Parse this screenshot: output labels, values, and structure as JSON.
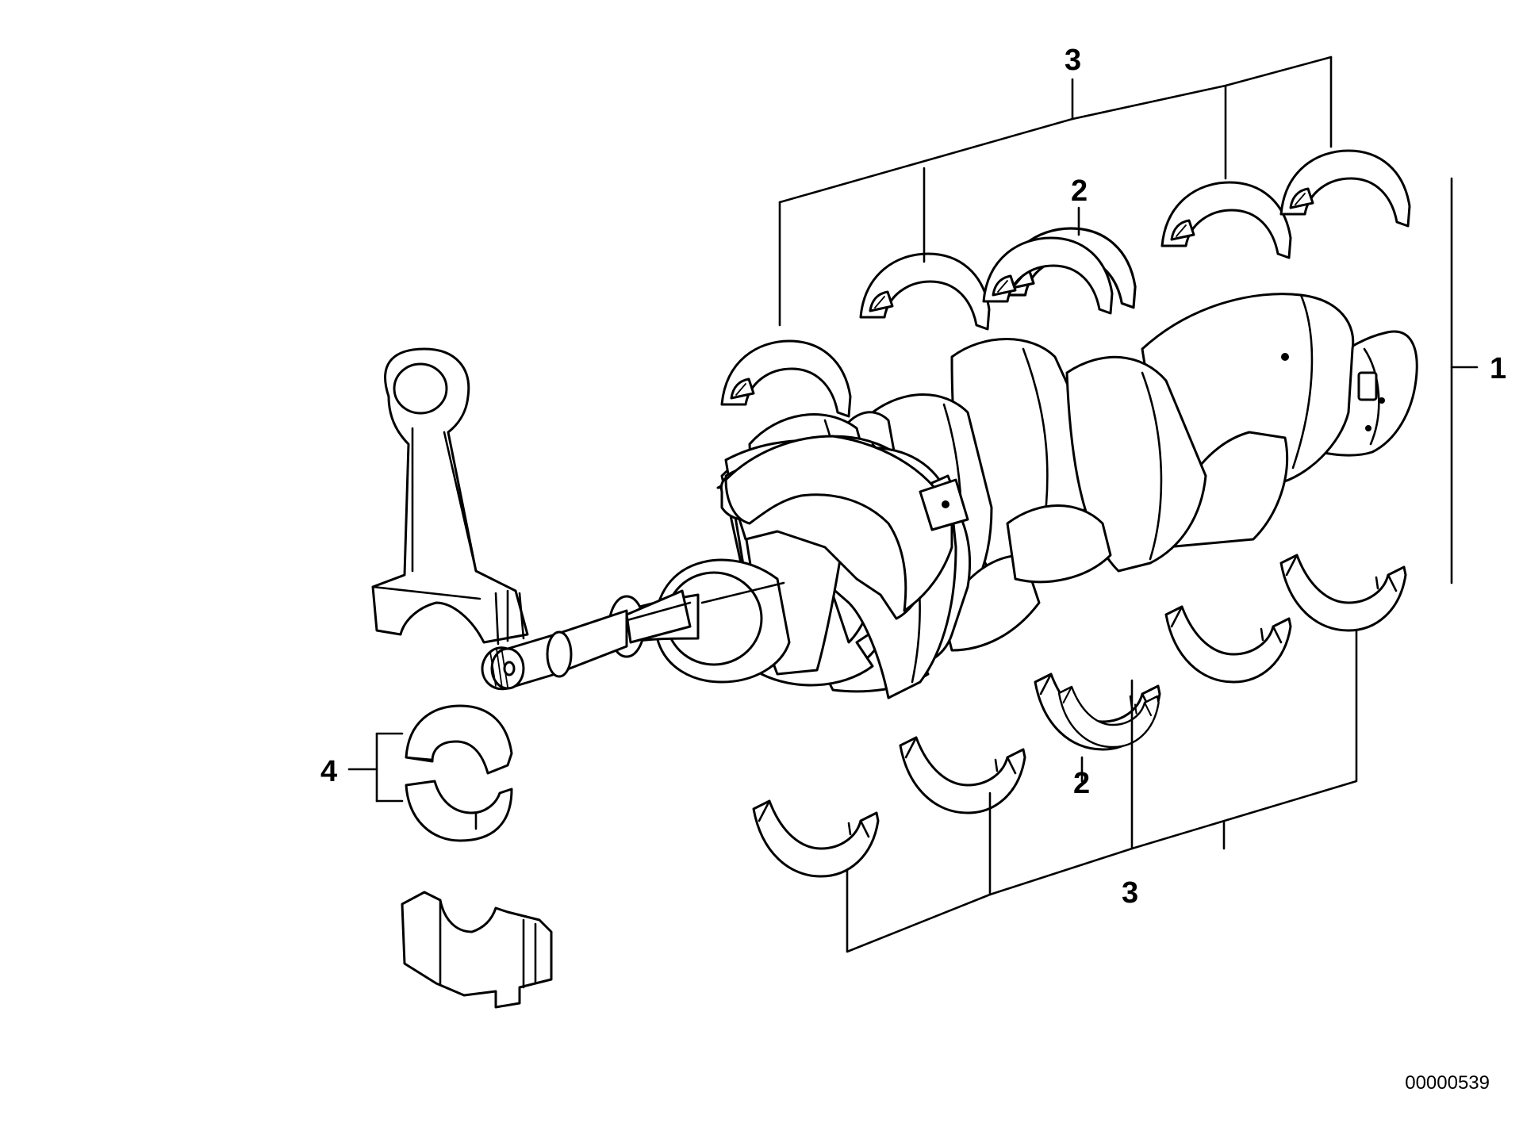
{
  "callouts": {
    "crankshaft": "1",
    "thrust_bearing_upper": "2",
    "thrust_bearing_lower": "2",
    "main_bearings_upper": "3",
    "main_bearings_lower": "3",
    "conrod_bearing_set": "4"
  },
  "drawing_id": "00000539"
}
